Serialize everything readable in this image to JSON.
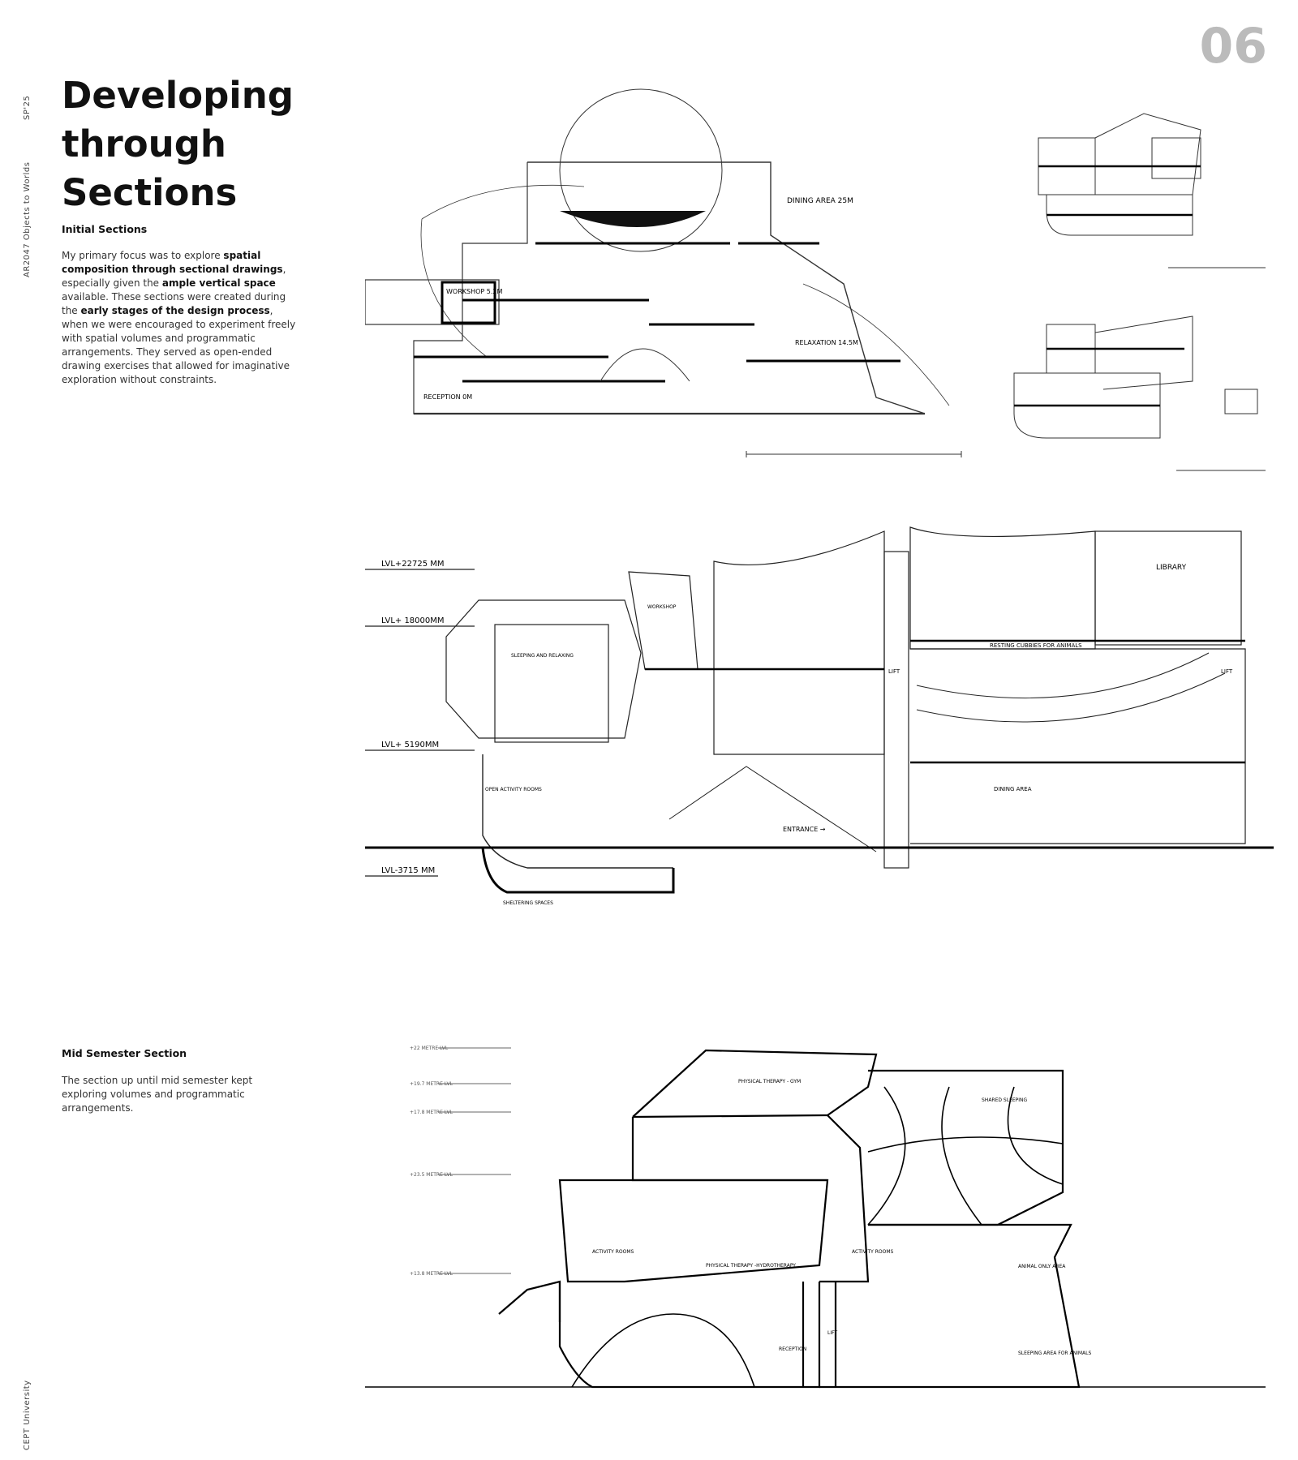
{
  "page_number": "06",
  "side_labels": {
    "term": "SP'25",
    "course": "AR2047 Objects to Worlds",
    "university": "CEPT University"
  },
  "title": {
    "line1": "Developing",
    "line2": "through",
    "line3": "Sections"
  },
  "initial_sections": {
    "heading": "Initial Sections",
    "p1": "My primary focus was to explore ",
    "b1": "spatial composition through sectional drawings",
    "p2": ", especially given the ",
    "b2": "ample vertical space",
    "p3": " available. These sections were created during the ",
    "b3": "early stages of the design process",
    "p4": ", when we were encouraged to experiment freely with spatial volumes and programmatic arrangements. They served as open-ended drawing exercises that allowed for imaginative exploration without constraints."
  },
  "mid_semester": {
    "heading": "Mid Semester Section",
    "text": "The section up until mid semester kept exploring volumes and programmatic arrangements."
  },
  "drawing1": {
    "labels": [
      "DINING AREA 25M",
      "WORKSHOP 5.2M",
      "RECEPTION 0M",
      "RELAXATION 14.5M"
    ]
  },
  "drawing2": {
    "levels": [
      "LVL+22725 MM",
      "LVL+ 18000MM",
      "LVL+ 5190MM",
      "LVL-3715 MM"
    ],
    "labels": [
      "LIBRARY",
      "WORKSHOP",
      "SLEEPING AND RELAXING",
      "RESTING CUBBIES FOR ANIMALS",
      "LIFT",
      "LIFT",
      "OPEN ACTIVITY ROOMS",
      "ENTRANCE →",
      "DINING AREA",
      "SHELTERING SPACES"
    ]
  },
  "drawing3": {
    "levels": [
      "+22 METRE LVL",
      "+19.7 METRE LVL",
      "+17.8 METRE LVL",
      "+23.5 METRE LVL",
      "+13.8 METRE LVL"
    ],
    "labels": [
      "PHYSICAL THERAPY - GYM",
      "SHARED SLEEPING",
      "ACTIVITY ROOMS",
      "PHYSICAL THERAPY -HYDROTHERAPY",
      "ACTIVITY ROOMS",
      "ANIMAL ONLY AREA",
      "LIFT",
      "RECEPTION",
      "SLEEPING AREA FOR ANIMALS"
    ]
  }
}
